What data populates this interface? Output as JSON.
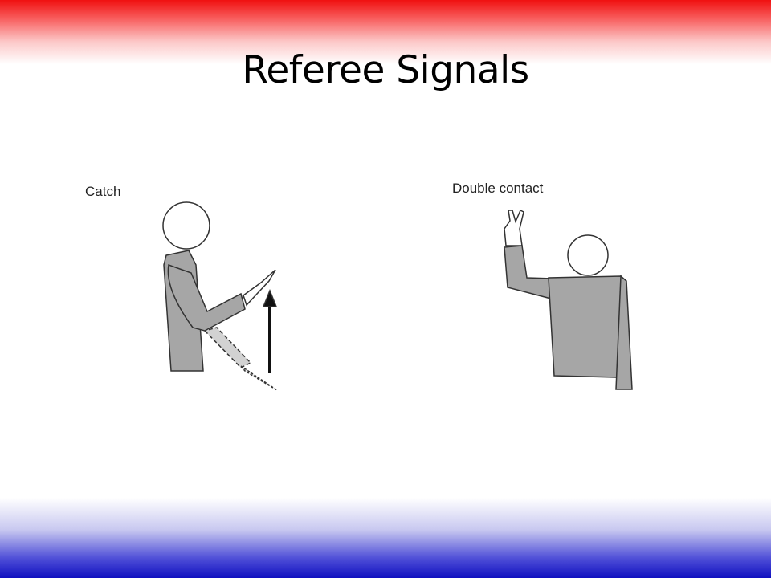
{
  "slide": {
    "title": "Referee Signals",
    "signals": [
      {
        "label": "Catch"
      },
      {
        "label": "Double contact"
      }
    ]
  }
}
